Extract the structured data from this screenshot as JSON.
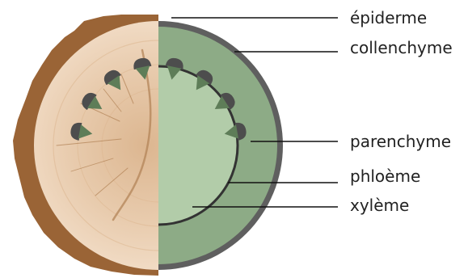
{
  "labels": {
    "epiderme": "épiderme",
    "collenchyme": "collenchyme",
    "parenchyme": "parenchyme",
    "phloeme": "phloème",
    "xyleme": "xylème"
  },
  "colors": {
    "bark": "#9a6436",
    "wood_light": "#f0d8bf",
    "wood_dark": "#dcb690",
    "epidermis": "#5f5f5f",
    "collenchyma": "#8dab86",
    "parenchyma": "#b2cca9",
    "vascular_bundle": "#4d4d4d",
    "xylem_triangle": "#5e7d58",
    "leader_line": "#111111",
    "label_text": "#222222"
  },
  "vascular_bundle_count": 8
}
